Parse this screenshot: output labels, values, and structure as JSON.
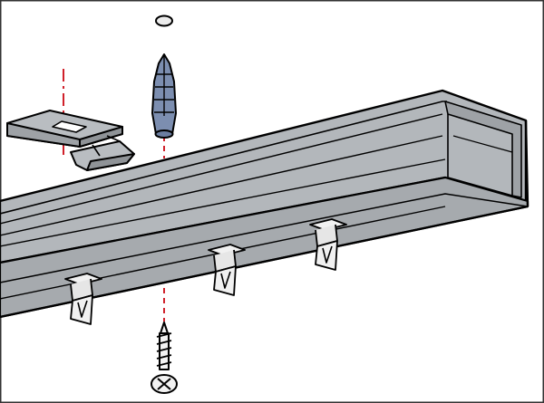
{
  "diagram": {
    "kind": "exploded assembly illustration",
    "components": [
      {
        "id": "rail",
        "name": "curtain-rail"
      },
      {
        "id": "bracket",
        "name": "mounting-clip"
      },
      {
        "id": "anchor",
        "name": "wall-plug"
      },
      {
        "id": "washer",
        "name": "washer"
      },
      {
        "id": "screw",
        "name": "screw"
      },
      {
        "id": "gliders",
        "name": "curtain-glider",
        "count": 3
      }
    ],
    "colors": {
      "outline": "#000000",
      "rail_fill": "#b3b7bb",
      "rail_shadow": "#9ea2a6",
      "plug_fill": "#7c8eb0",
      "glider_fill": "#f1f1f1",
      "guide_line": "#d0202a",
      "border": "#333333"
    }
  }
}
